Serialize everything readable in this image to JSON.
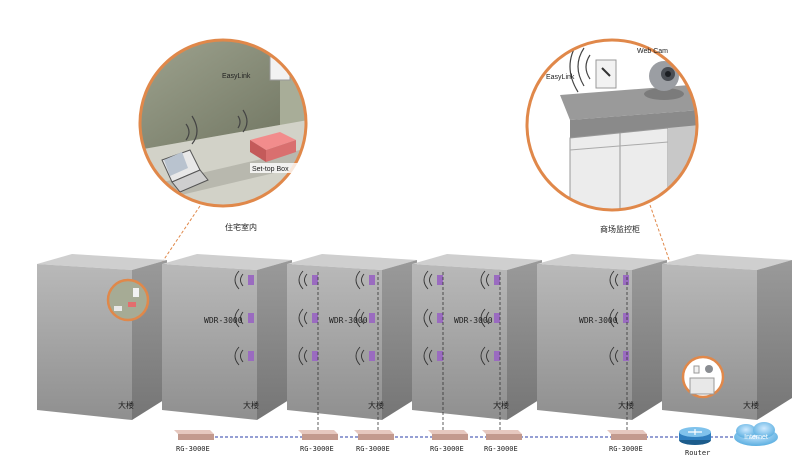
{
  "callouts": {
    "home": {
      "caption": "住宅室内",
      "easylink_label": "EasyLink",
      "box_label": "Set-top Box"
    },
    "shop": {
      "caption": "商场监控柜",
      "easylink_label": "EasyLink",
      "camera_label": "Web Cam"
    }
  },
  "buildings": [
    {
      "id": "b1",
      "label": "大楼",
      "ap_label": ""
    },
    {
      "id": "b2",
      "label": "大楼",
      "ap_label": "WDR-3000"
    },
    {
      "id": "b3",
      "label": "大楼",
      "ap_label": "WDR-3000"
    },
    {
      "id": "b4",
      "label": "大楼",
      "ap_label": "WDR-3000"
    },
    {
      "id": "b5",
      "label": "大楼",
      "ap_label": "WDR-3000"
    },
    {
      "id": "b6",
      "label": "大楼",
      "ap_label": ""
    }
  ],
  "network": {
    "switches": [
      "RG-3000E",
      "RG-3000E",
      "RG-3000E",
      "RG-3000E",
      "RG-3000E",
      "RG-3000E"
    ],
    "router_label": "Router",
    "cloud_label": "Internet"
  },
  "colors": {
    "building_front": "#a9a9a9",
    "building_side": "#8e8e8e",
    "building_top": "#cfcfcf",
    "callout_ring": "#e0884a",
    "ap_purple": "#9a6bc0",
    "link_blue": "#2b3fa8",
    "cloud_blue": "#5aaee0"
  }
}
